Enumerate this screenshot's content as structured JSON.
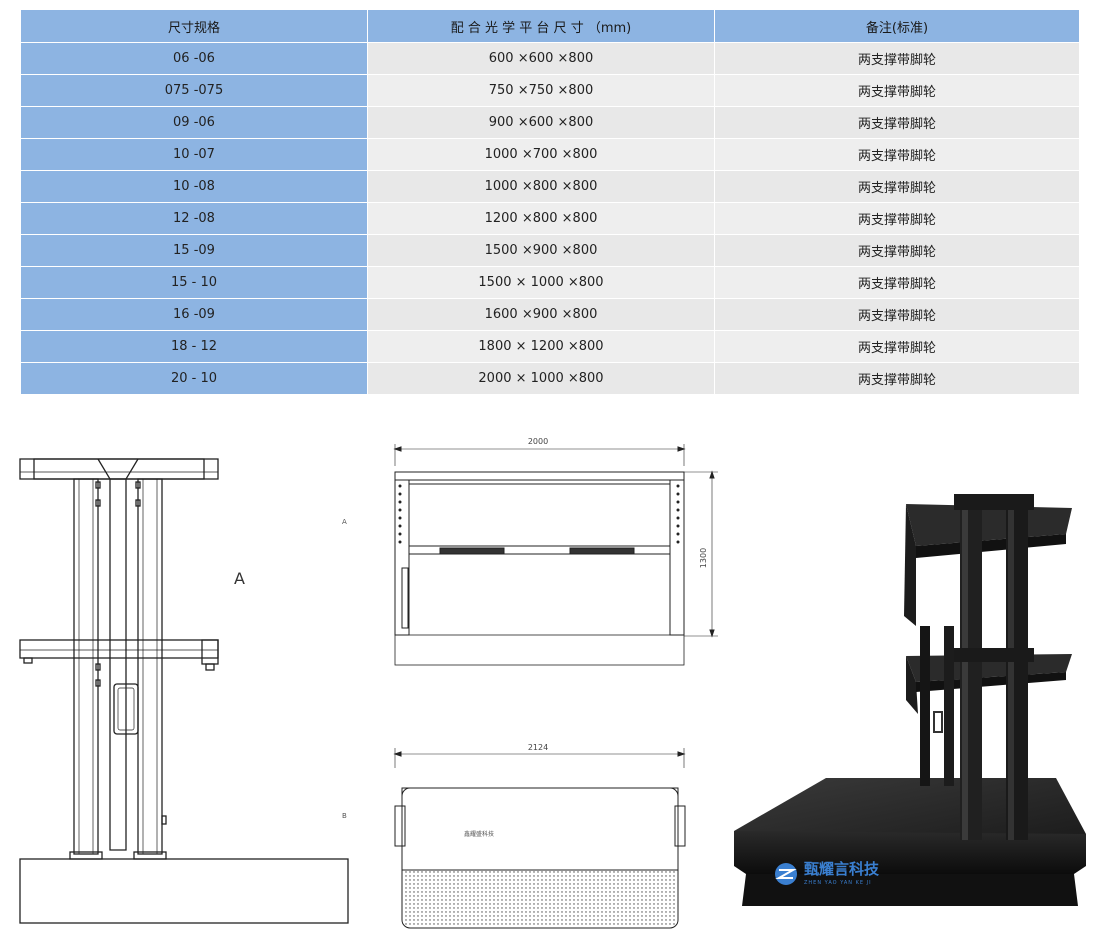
{
  "table": {
    "headers": [
      "尺寸规格",
      "配 合 光 学 平 台 尺 寸 （mm)",
      "备注(标准)"
    ],
    "rows": [
      [
        "06 -06",
        "600 ×600 ×800",
        "两支撑带脚轮"
      ],
      [
        "075 -075",
        "750 ×750 ×800",
        "两支撑带脚轮"
      ],
      [
        "09 -06",
        "900 ×600 ×800",
        "两支撑带脚轮"
      ],
      [
        "10 -07",
        "1000 ×700 ×800",
        "两支撑带脚轮"
      ],
      [
        "10 -08",
        "1000 ×800 ×800",
        "两支撑带脚轮"
      ],
      [
        "12 -08",
        "1200 ×800 ×800",
        "两支撑带脚轮"
      ],
      [
        "15 -09",
        "1500 ×900 ×800",
        "两支撑带脚轮"
      ],
      [
        "15 - 10",
        "1500 × 1000 ×800",
        "两支撑带脚轮"
      ],
      [
        "16 -09",
        "1600 ×900 ×800",
        "两支撑带脚轮"
      ],
      [
        "18 - 12",
        "1800 × 1200 ×800",
        "两支撑带脚轮"
      ],
      [
        "20 - 10",
        "2000 × 1000 ×800",
        "两支撑带脚轮"
      ]
    ]
  },
  "drawings": {
    "side_label": "A",
    "side_small_a": "A",
    "side_small_b": "B",
    "front_width_dim": "2000",
    "front_height_dim": "1300",
    "top_width_dim": "2124",
    "top_note": "鑫耀盛科技"
  },
  "brand": {
    "name": "甄耀言科技",
    "pinyin": "ZHEN YAO YAN KE JI",
    "color": "#3a7fd0"
  }
}
